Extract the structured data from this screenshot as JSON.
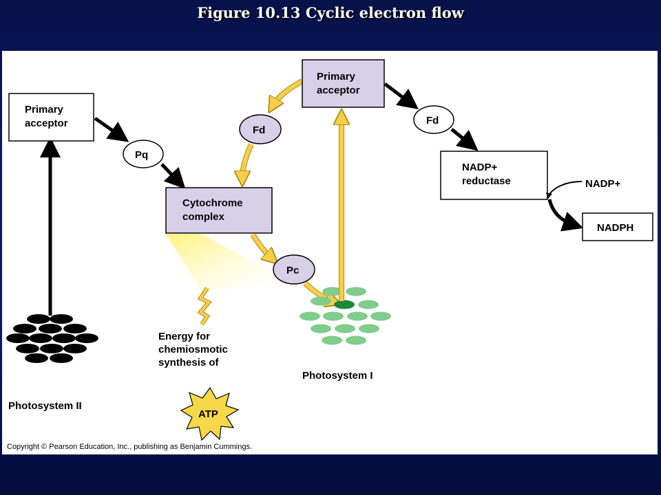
{
  "slide": {
    "title": "Figure 10.13  Cyclic electron flow",
    "copyright": "Copyright © Pearson Education, Inc., publishing as Benjamin Cummings."
  },
  "diagram": {
    "ps2": {
      "acceptor": [
        "Primary",
        "acceptor"
      ],
      "label": "Photosystem II"
    },
    "ps1": {
      "acceptor": [
        "Primary",
        "acceptor"
      ],
      "label": "Photosystem I"
    },
    "carriers": {
      "pq": "Pq",
      "fd_cyclic": "Fd",
      "pc": "Pc",
      "fd_linear": "Fd"
    },
    "cytochrome": [
      "Cytochrome",
      "complex"
    ],
    "nadp_reductase": [
      "NADP+",
      "reductase"
    ],
    "nadp_input": "NADP+",
    "nadph": "NADPH",
    "energy_text": [
      "Energy for",
      "chemiosmotic",
      "synthesis of"
    ],
    "atp": "ATP"
  },
  "colors": {
    "box_fill": "#d8d0e8",
    "yellow_arrow": "#f6cf4a",
    "ps1_green": "#7fcc8c",
    "ps1_center": "#1a8a3a",
    "panel": "#ffffff",
    "background": "#0b1a66"
  }
}
